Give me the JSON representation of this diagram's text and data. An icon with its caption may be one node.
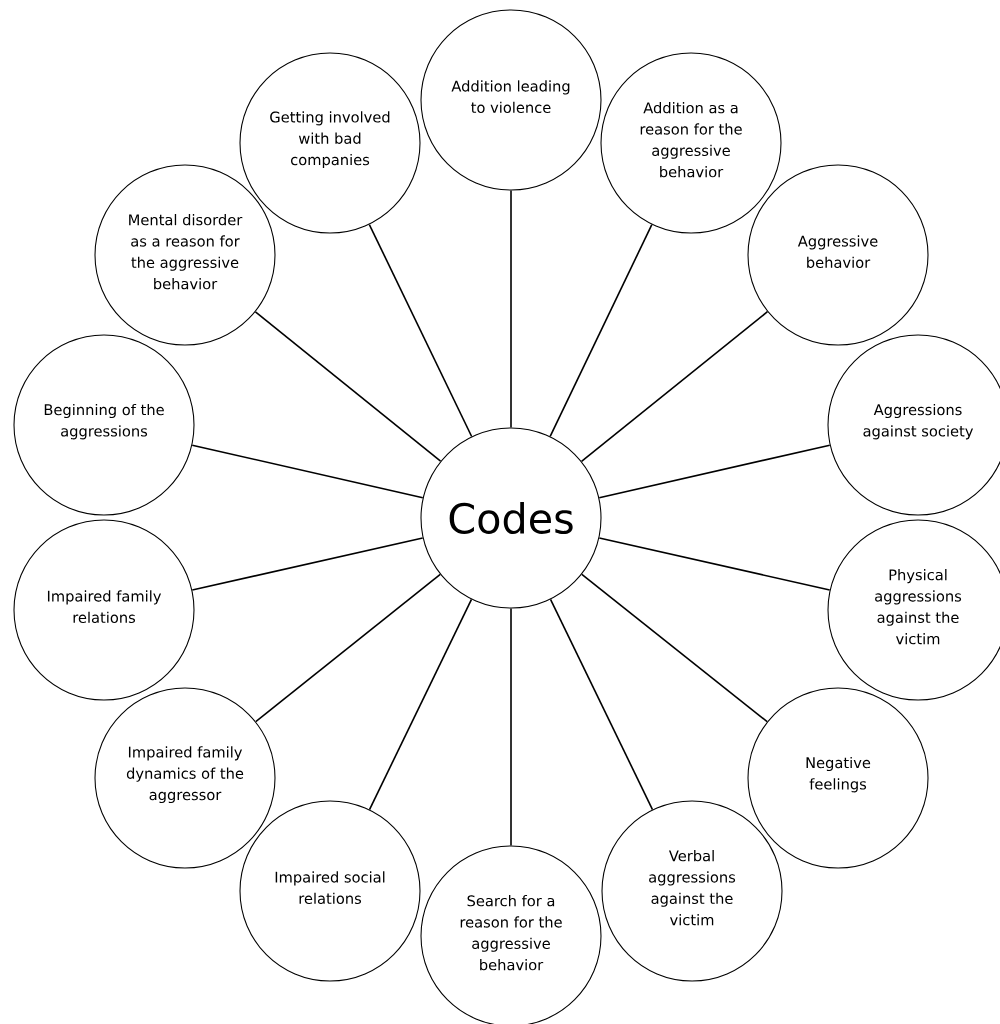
{
  "diagram": {
    "nodes": [
      {
        "text": [
          "Codes"
        ]
      },
      {
        "text": [
          "Addition leading to violence"
        ]
      },
      {
        "text": [
          "Addition as a reason for the aggressive behavior"
        ]
      },
      {
        "text": [
          "Aggressive behavior"
        ]
      },
      {
        "text": [
          "Aggressions against society"
        ]
      },
      {
        "text": [
          "Physical aggressions against the victim"
        ]
      },
      {
        "text": [
          "Negative feelings"
        ]
      },
      {
        "text": [
          "Verbal aggressions against the victim"
        ]
      },
      {
        "text": [
          "Search for a reason for the aggressive behavior"
        ]
      },
      {
        "text": [
          "Impaired social relations"
        ]
      },
      {
        "text": [
          "Impaired family dynamics of the aggressor"
        ]
      },
      {
        "text": [
          "Impaired family relations"
        ]
      },
      {
        "text": [
          "Beginning of the aggressions"
        ]
      },
      {
        "text": [
          "Mental disorder as a reason for the aggressive behavior"
        ]
      },
      {
        "text": [
          "Getting involved with bad companies"
        ]
      }
    ],
    "edges": [
      {
        "from": 0,
        "to": 1,
        "arrow": "none"
      },
      {
        "from": 0,
        "to": 2,
        "arrow": "none"
      },
      {
        "from": 0,
        "to": 3,
        "arrow": "none"
      },
      {
        "from": 0,
        "to": 4,
        "arrow": "none"
      },
      {
        "from": 0,
        "to": 5,
        "arrow": "none"
      },
      {
        "from": 0,
        "to": 6,
        "arrow": "none"
      },
      {
        "from": 0,
        "to": 7,
        "arrow": "none"
      },
      {
        "from": 0,
        "to": 8,
        "arrow": "none"
      },
      {
        "from": 0,
        "to": 9,
        "arrow": "none"
      },
      {
        "from": 0,
        "to": 10,
        "arrow": "none"
      },
      {
        "from": 0,
        "to": 11,
        "arrow": "none"
      },
      {
        "from": 0,
        "to": 12,
        "arrow": "none"
      },
      {
        "from": 0,
        "to": 13,
        "arrow": "none"
      },
      {
        "from": 0,
        "to": 14,
        "arrow": "none"
      }
    ]
  }
}
